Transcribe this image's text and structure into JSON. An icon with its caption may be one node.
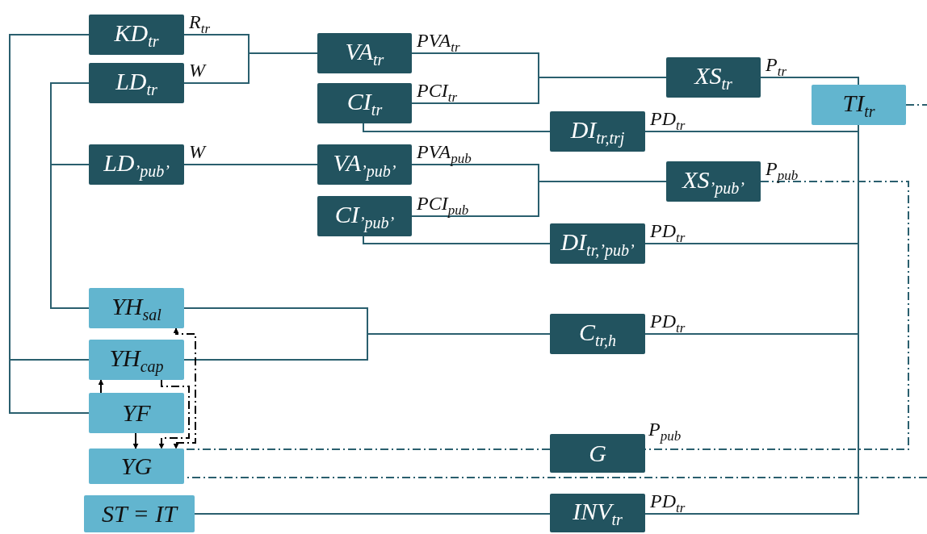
{
  "diagram": {
    "nodes": [
      {
        "text": [
          "KD$_{tr}$"
        ]
      },
      {
        "text": [
          "LD$_{tr}$"
        ]
      },
      {
        "text": [
          "LD$_{’pub’}$"
        ]
      },
      {
        "text": [
          "VA$_{tr}$"
        ]
      },
      {
        "text": [
          "CI$_{tr}$"
        ]
      },
      {
        "text": [
          "VA$_{’pub’}$"
        ]
      },
      {
        "text": [
          "CI$_{’pub’}$"
        ]
      },
      {
        "text": [
          "XS$_{tr}$"
        ]
      },
      {
        "text": [
          "TI$_{tr}$"
        ]
      },
      {
        "text": [
          "DI$_{tr,trj}$"
        ]
      },
      {
        "text": [
          "XS$_{’pub’}$"
        ]
      },
      {
        "text": [
          "DI$_{tr,’pub’}$"
        ]
      },
      {
        "text": [
          "YH$_{sal}$"
        ]
      },
      {
        "text": [
          "YH$_{cap}$"
        ]
      },
      {
        "text": [
          "YF"
        ]
      },
      {
        "text": [
          "YG"
        ]
      },
      {
        "text": [
          "ST = IT"
        ]
      },
      {
        "text": [
          "C$_{tr,h}$"
        ]
      },
      {
        "text": [
          "G"
        ]
      },
      {
        "text": [
          "INV$_{tr}$"
        ]
      }
    ],
    "edges": [
      {
        "from": 0,
        "to": 3,
        "arrow": "none",
        "label": "R$_{tr}$"
      },
      {
        "from": 1,
        "to": 3,
        "arrow": "none",
        "label": "W"
      },
      {
        "from": 2,
        "to": 5,
        "arrow": "none",
        "label": "W"
      },
      {
        "from": 3,
        "to": 7,
        "arrow": "none",
        "label": "PVA$_{tr}$"
      },
      {
        "from": 4,
        "to": 7,
        "arrow": "none",
        "label": "PCI$_{tr}$"
      },
      {
        "from": 4,
        "to": 9,
        "arrow": "none"
      },
      {
        "from": 7,
        "to": 8,
        "arrow": "none",
        "label": "P$_{tr}$"
      },
      {
        "from": 9,
        "to": 8,
        "arrow": "none",
        "label": "PD$_{tr}$"
      },
      {
        "from": 5,
        "to": 10,
        "arrow": "none",
        "label": "PVA$_{pub}$"
      },
      {
        "from": 6,
        "to": 10,
        "arrow": "none",
        "label": "PCI$_{pub}$"
      },
      {
        "from": 6,
        "to": 11,
        "arrow": "none"
      },
      {
        "from": 11,
        "to": 8,
        "arrow": "none",
        "label": "PD$_{tr}$"
      },
      {
        "from": 10,
        "to": 18,
        "arrow": "none",
        "label": "P$_{pub}$",
        "style": "dashed"
      },
      {
        "from": 18,
        "to": 15,
        "arrow": "none",
        "style": "dashed"
      },
      {
        "from": 8,
        "to": null,
        "arrow": "none",
        "style": "dashed"
      },
      {
        "from": null,
        "to": 15,
        "arrow": "none",
        "style": "dashed"
      },
      {
        "from": 17,
        "to": 8,
        "arrow": "none",
        "label": "PD$_{tr}$"
      },
      {
        "from": 19,
        "to": 8,
        "arrow": "none",
        "label": "PD$_{tr}$"
      },
      {
        "from": 16,
        "to": 19,
        "arrow": "none"
      },
      {
        "from": 12,
        "to": 17,
        "arrow": "none"
      },
      {
        "from": 13,
        "to": 17,
        "arrow": "none"
      },
      {
        "from": 0,
        "to": 13,
        "arrow": "none"
      },
      {
        "from": 0,
        "to": 14,
        "arrow": "none"
      },
      {
        "from": 1,
        "to": 2,
        "arrow": "none"
      },
      {
        "from": 1,
        "to": 12,
        "arrow": "none"
      },
      {
        "from": 14,
        "to": 13,
        "arrow": "to",
        "color": "#000000"
      },
      {
        "from": 14,
        "to": 15,
        "arrow": "to",
        "color": "#000000"
      },
      {
        "from": 13,
        "to": 15,
        "arrow": "to",
        "style": "dashed",
        "color": "#000000"
      },
      {
        "from": 12,
        "to": 15,
        "arrow": "both",
        "style": "dashed",
        "color": "#000000"
      }
    ],
    "labels": [
      "P$_{pub}$"
    ]
  }
}
